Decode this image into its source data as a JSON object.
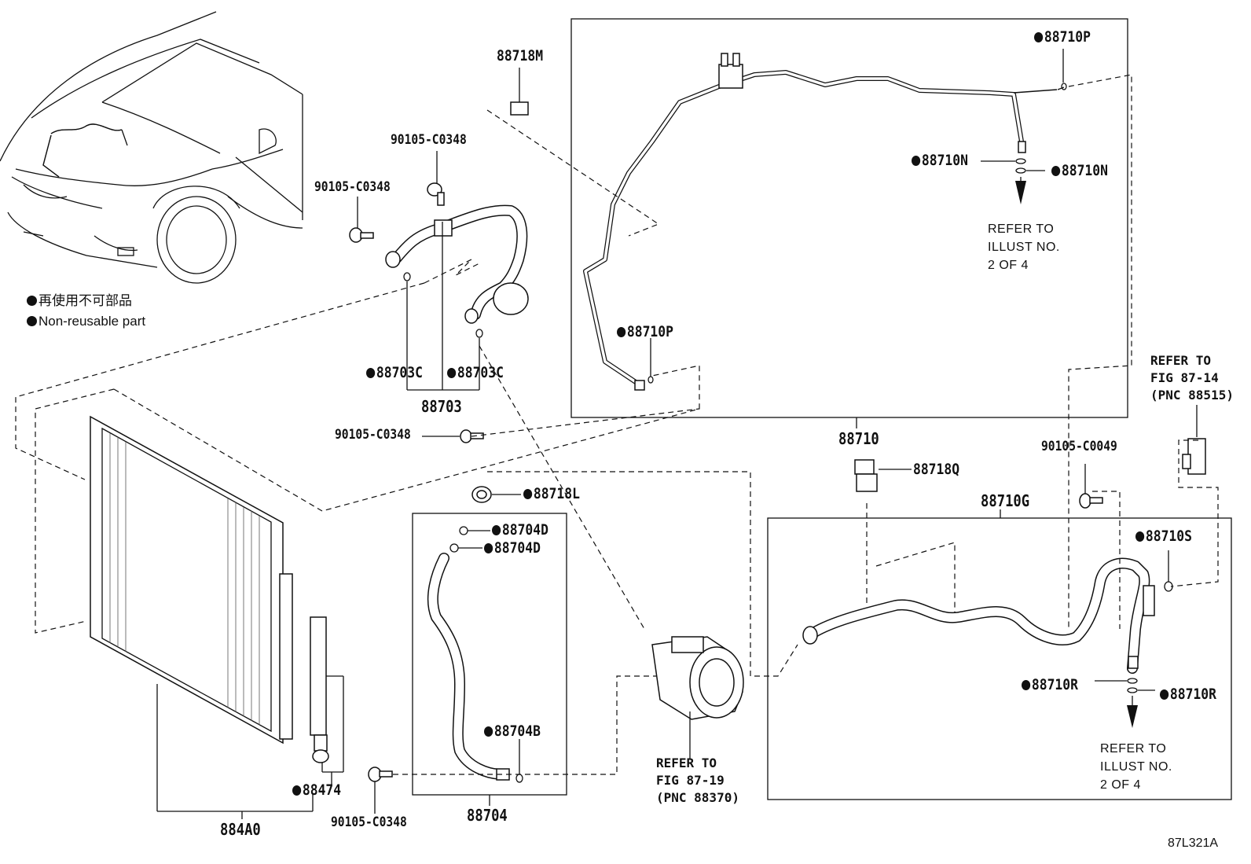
{
  "legend": {
    "line1": "再使用不可部品",
    "line2": "Non-reusable part"
  },
  "parts": {
    "p88718M": "88718M",
    "p90105_top": "90105-C0348",
    "p90105_left": "90105-C0348",
    "p88703C_a": "88703C",
    "p88703C_b": "88703C",
    "p88703": "88703",
    "p90105_mid": "90105-C0348",
    "p88718L": "88718L",
    "p88704D_a": "88704D",
    "p88704D_b": "88704D",
    "p88704B": "88704B",
    "p88704": "88704",
    "p90105_bottom": "90105-C0348",
    "p88474": "88474",
    "p884A0": "884A0",
    "p88710P_top": "88710P",
    "p88710N_a": "88710N",
    "p88710N_b": "88710N",
    "p88710P_left": "88710P",
    "p88710": "88710",
    "p88718Q": "88718Q",
    "p90105_C0049": "90105-C0049",
    "p88710G": "88710G",
    "p88710S": "88710S",
    "p88710R_a": "88710R",
    "p88710R_b": "88710R"
  },
  "refers": {
    "illust_top": [
      "REFER TO",
      "ILLUST NO.",
      "2 OF 4"
    ],
    "illust_bottom": [
      "REFER TO",
      "ILLUST NO.",
      "2 OF 4"
    ],
    "fig_87_14": [
      "REFER TO",
      "FIG 87-14",
      "(PNC 88515)"
    ],
    "fig_87_19": [
      "REFER TO",
      "FIG 87-19",
      "(PNC 88370)"
    ]
  },
  "figure_code": "87L321A"
}
